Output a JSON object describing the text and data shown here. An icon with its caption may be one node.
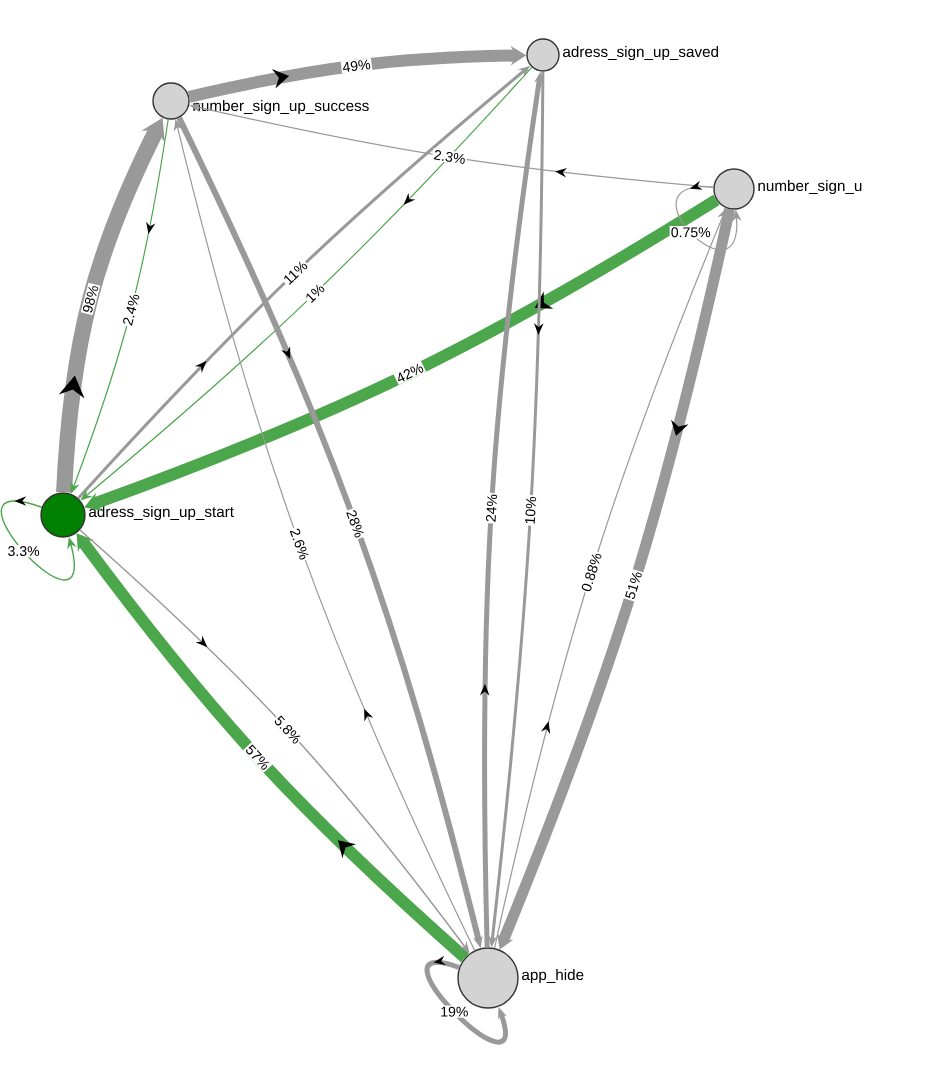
{
  "diagram": {
    "nodes": [
      {
        "text": [
          "number_sign_up_success"
        ]
      },
      {
        "text": [
          "adress_sign_up_saved"
        ]
      },
      {
        "text": [
          "number_sign_u"
        ]
      },
      {
        "text": [
          "adress_sign_up_start"
        ]
      },
      {
        "text": [
          "app_hide"
        ]
      }
    ],
    "edges": [
      {
        "from": 0,
        "to": 1,
        "arrow": "to",
        "label": "49%",
        "style": "thick"
      },
      {
        "from": 3,
        "to": 0,
        "arrow": "to",
        "label": "98%",
        "style": "thick"
      },
      {
        "from": 0,
        "to": 3,
        "arrow": "to",
        "label": "2.4%",
        "color": "#4ca64c"
      },
      {
        "from": 2,
        "to": 0,
        "arrow": "to",
        "label": "2.3%"
      },
      {
        "from": 3,
        "to": 1,
        "arrow": "to",
        "label": "11%"
      },
      {
        "from": 1,
        "to": 3,
        "arrow": "to",
        "label": "1%",
        "color": "#4ca64c"
      },
      {
        "from": 2,
        "to": 3,
        "arrow": "to",
        "label": "42%",
        "style": "thick",
        "color": "#4ca64c"
      },
      {
        "from": 0,
        "to": 4,
        "arrow": "to",
        "label": "28%",
        "style": "thick"
      },
      {
        "from": 4,
        "to": 0,
        "arrow": "to",
        "label": "2.6%"
      },
      {
        "from": 4,
        "to": 1,
        "arrow": "to",
        "label": "24%"
      },
      {
        "from": 1,
        "to": 4,
        "arrow": "to",
        "label": "10%"
      },
      {
        "from": 4,
        "to": 2,
        "arrow": "to",
        "label": "0.88%"
      },
      {
        "from": 2,
        "to": 4,
        "arrow": "to",
        "label": "51%",
        "style": "thick"
      },
      {
        "from": 2,
        "to": 2,
        "arrow": "to",
        "label": "0.75%"
      },
      {
        "from": 3,
        "to": 3,
        "arrow": "to",
        "label": "3.3%",
        "color": "#4ca64c"
      },
      {
        "from": 4,
        "to": 4,
        "arrow": "to",
        "label": "19%"
      },
      {
        "from": 3,
        "to": 4,
        "arrow": "to",
        "label": "5.8%"
      },
      {
        "from": 4,
        "to": 3,
        "arrow": "to",
        "label": "57%",
        "style": "thick",
        "color": "#4ca64c"
      }
    ]
  }
}
